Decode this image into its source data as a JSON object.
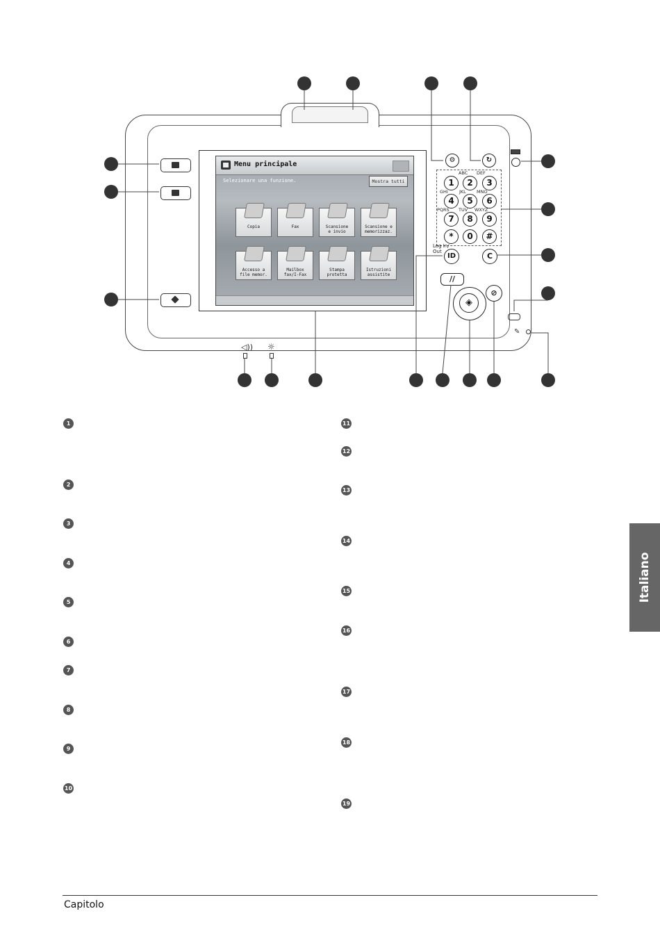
{
  "screen": {
    "title": "Menu principale",
    "subtitle": "Selezionare una funzione.",
    "show_all_button": "Mostra tutti",
    "tiles": [
      {
        "label": "Copia"
      },
      {
        "label": "Fax"
      },
      {
        "label": "Scansione\ne invio"
      },
      {
        "label": "Scansione e\nmemorizzaz."
      },
      {
        "label": "Accesso a\nfile memor."
      },
      {
        "label": "Mailbox\nfax/I-Fax"
      },
      {
        "label": "Stampa\nprotetta"
      },
      {
        "label": "Istruzioni\nassistite"
      }
    ]
  },
  "keypad": {
    "keys": [
      "1",
      "2",
      "3",
      "4",
      "5",
      "6",
      "7",
      "8",
      "9",
      "*",
      "0",
      "#"
    ],
    "letters": [
      "ABC",
      "DEF",
      "GHI",
      "JKL",
      "MNO",
      "PQRS",
      "TUV",
      "WXYZ"
    ],
    "id_key": "ID",
    "clear_key": "C",
    "log_in_out_label": "Log In/\nOut"
  },
  "legend_numbers": [
    "1",
    "2",
    "3",
    "4",
    "5",
    "6",
    "7",
    "8",
    "9",
    "10",
    "11",
    "12",
    "13",
    "14",
    "15",
    "16",
    "17",
    "18",
    "19"
  ],
  "side_tab": "Italiano",
  "footer": "Capitolo"
}
